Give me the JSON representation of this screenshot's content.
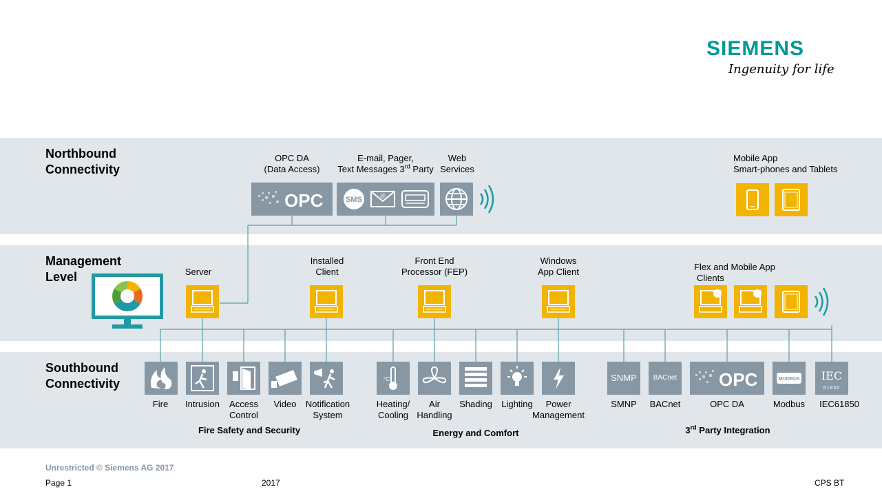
{
  "logo": {
    "brand": "SIEMENS",
    "tagline": "Ingenuity for life"
  },
  "colors": {
    "band": "#e1e6eb",
    "icon_gray": "#8797a4",
    "icon_yellow": "#f2b400",
    "siemens_teal": "#009999",
    "line": "#5aa6b4",
    "monitor": "#1f9aa4"
  },
  "sections": {
    "northbound": {
      "title_line1": "Northbound",
      "title_line2": "Connectivity"
    },
    "management": {
      "title_line1": "Management",
      "title_line2": "Level"
    },
    "southbound": {
      "title_line1": "Southbound",
      "title_line2": "Connectivity"
    }
  },
  "northbound": {
    "opc_label_1": "OPC DA",
    "opc_label_2": "(Data Access)",
    "opc_icon_text": "OPC",
    "messages_label_1": "E-mail, Pager,",
    "messages_label_2a": "Text Messages 3",
    "messages_label_2sup": "rd",
    "messages_label_2b": " Party",
    "sms_icon_text": "SMS",
    "web_label_1": "Web",
    "web_label_2": "Services",
    "mobile_label_1": "Mobile App",
    "mobile_label_2": "Smart-phones  and Tablets"
  },
  "management": {
    "server": "Server",
    "installed_1": "Installed",
    "installed_2": "Client",
    "fep_1": "Front End",
    "fep_2": "Processor (FEP)",
    "windows_1": "Windows",
    "windows_2": "App Client",
    "flex_1": "Flex and Mobile App",
    "flex_2": "Clients"
  },
  "southbound": {
    "items": [
      {
        "l1": "Fire",
        "l2": ""
      },
      {
        "l1": "Intrusion",
        "l2": ""
      },
      {
        "l1": "Access",
        "l2": "Control"
      },
      {
        "l1": "Video",
        "l2": ""
      },
      {
        "l1": "Notification",
        "l2": "System"
      },
      {
        "l1": "Heating/",
        "l2": "Cooling"
      },
      {
        "l1": "Air",
        "l2": "Handling"
      },
      {
        "l1": "Shading",
        "l2": ""
      },
      {
        "l1": "Lighting",
        "l2": ""
      },
      {
        "l1": "Power",
        "l2": "Management"
      },
      {
        "l1": "SMNP",
        "l2": ""
      },
      {
        "l1": "BACnet",
        "l2": ""
      },
      {
        "l1": "OPC DA",
        "l2": ""
      },
      {
        "l1": "Modbus",
        "l2": ""
      },
      {
        "l1": "IEC61850",
        "l2": ""
      }
    ],
    "icon_text": {
      "snmp": "SNMP",
      "bacnet": "BACnet",
      "opc": "OPC",
      "modbus": "MODBUS",
      "iec": "IEC",
      "iec_num": "61850"
    },
    "groups": {
      "fire_security": "Fire Safety and Security",
      "energy": "Energy and Comfort",
      "third_a": "3",
      "third_sup": "rd",
      "third_b": " Party Integration"
    }
  },
  "footer": {
    "classification": "Unrestricted © Siemens AG 2017",
    "page": "Page 1",
    "year": "2017",
    "org": "CPS BT"
  }
}
